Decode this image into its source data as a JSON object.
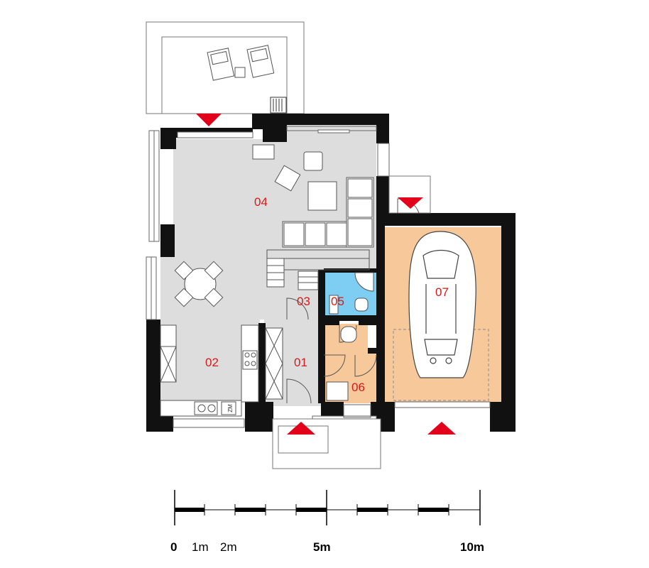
{
  "colors": {
    "wall": "#111111",
    "floor": "#dddddd",
    "garage_floor": "#f7c89a",
    "bathroom_floor": "#7ecdf2",
    "utility_floor": "#f7c89a",
    "label": "#d41a1a",
    "entry_arrow": "#e3001b",
    "line": "#555555"
  },
  "rooms": [
    {
      "id": "room-01",
      "label": "01"
    },
    {
      "id": "room-02",
      "label": "02"
    },
    {
      "id": "room-03",
      "label": "03"
    },
    {
      "id": "room-04",
      "label": "04"
    },
    {
      "id": "room-05",
      "label": "05"
    },
    {
      "id": "room-06",
      "label": "06"
    },
    {
      "id": "room-07",
      "label": "07"
    }
  ],
  "appliance_labels": {
    "washer": "ZM"
  },
  "scale": {
    "labels": [
      "0",
      "1m",
      "2m",
      "5m",
      "10m"
    ],
    "bold_labels": [
      "0",
      "5m",
      "10m"
    ]
  }
}
